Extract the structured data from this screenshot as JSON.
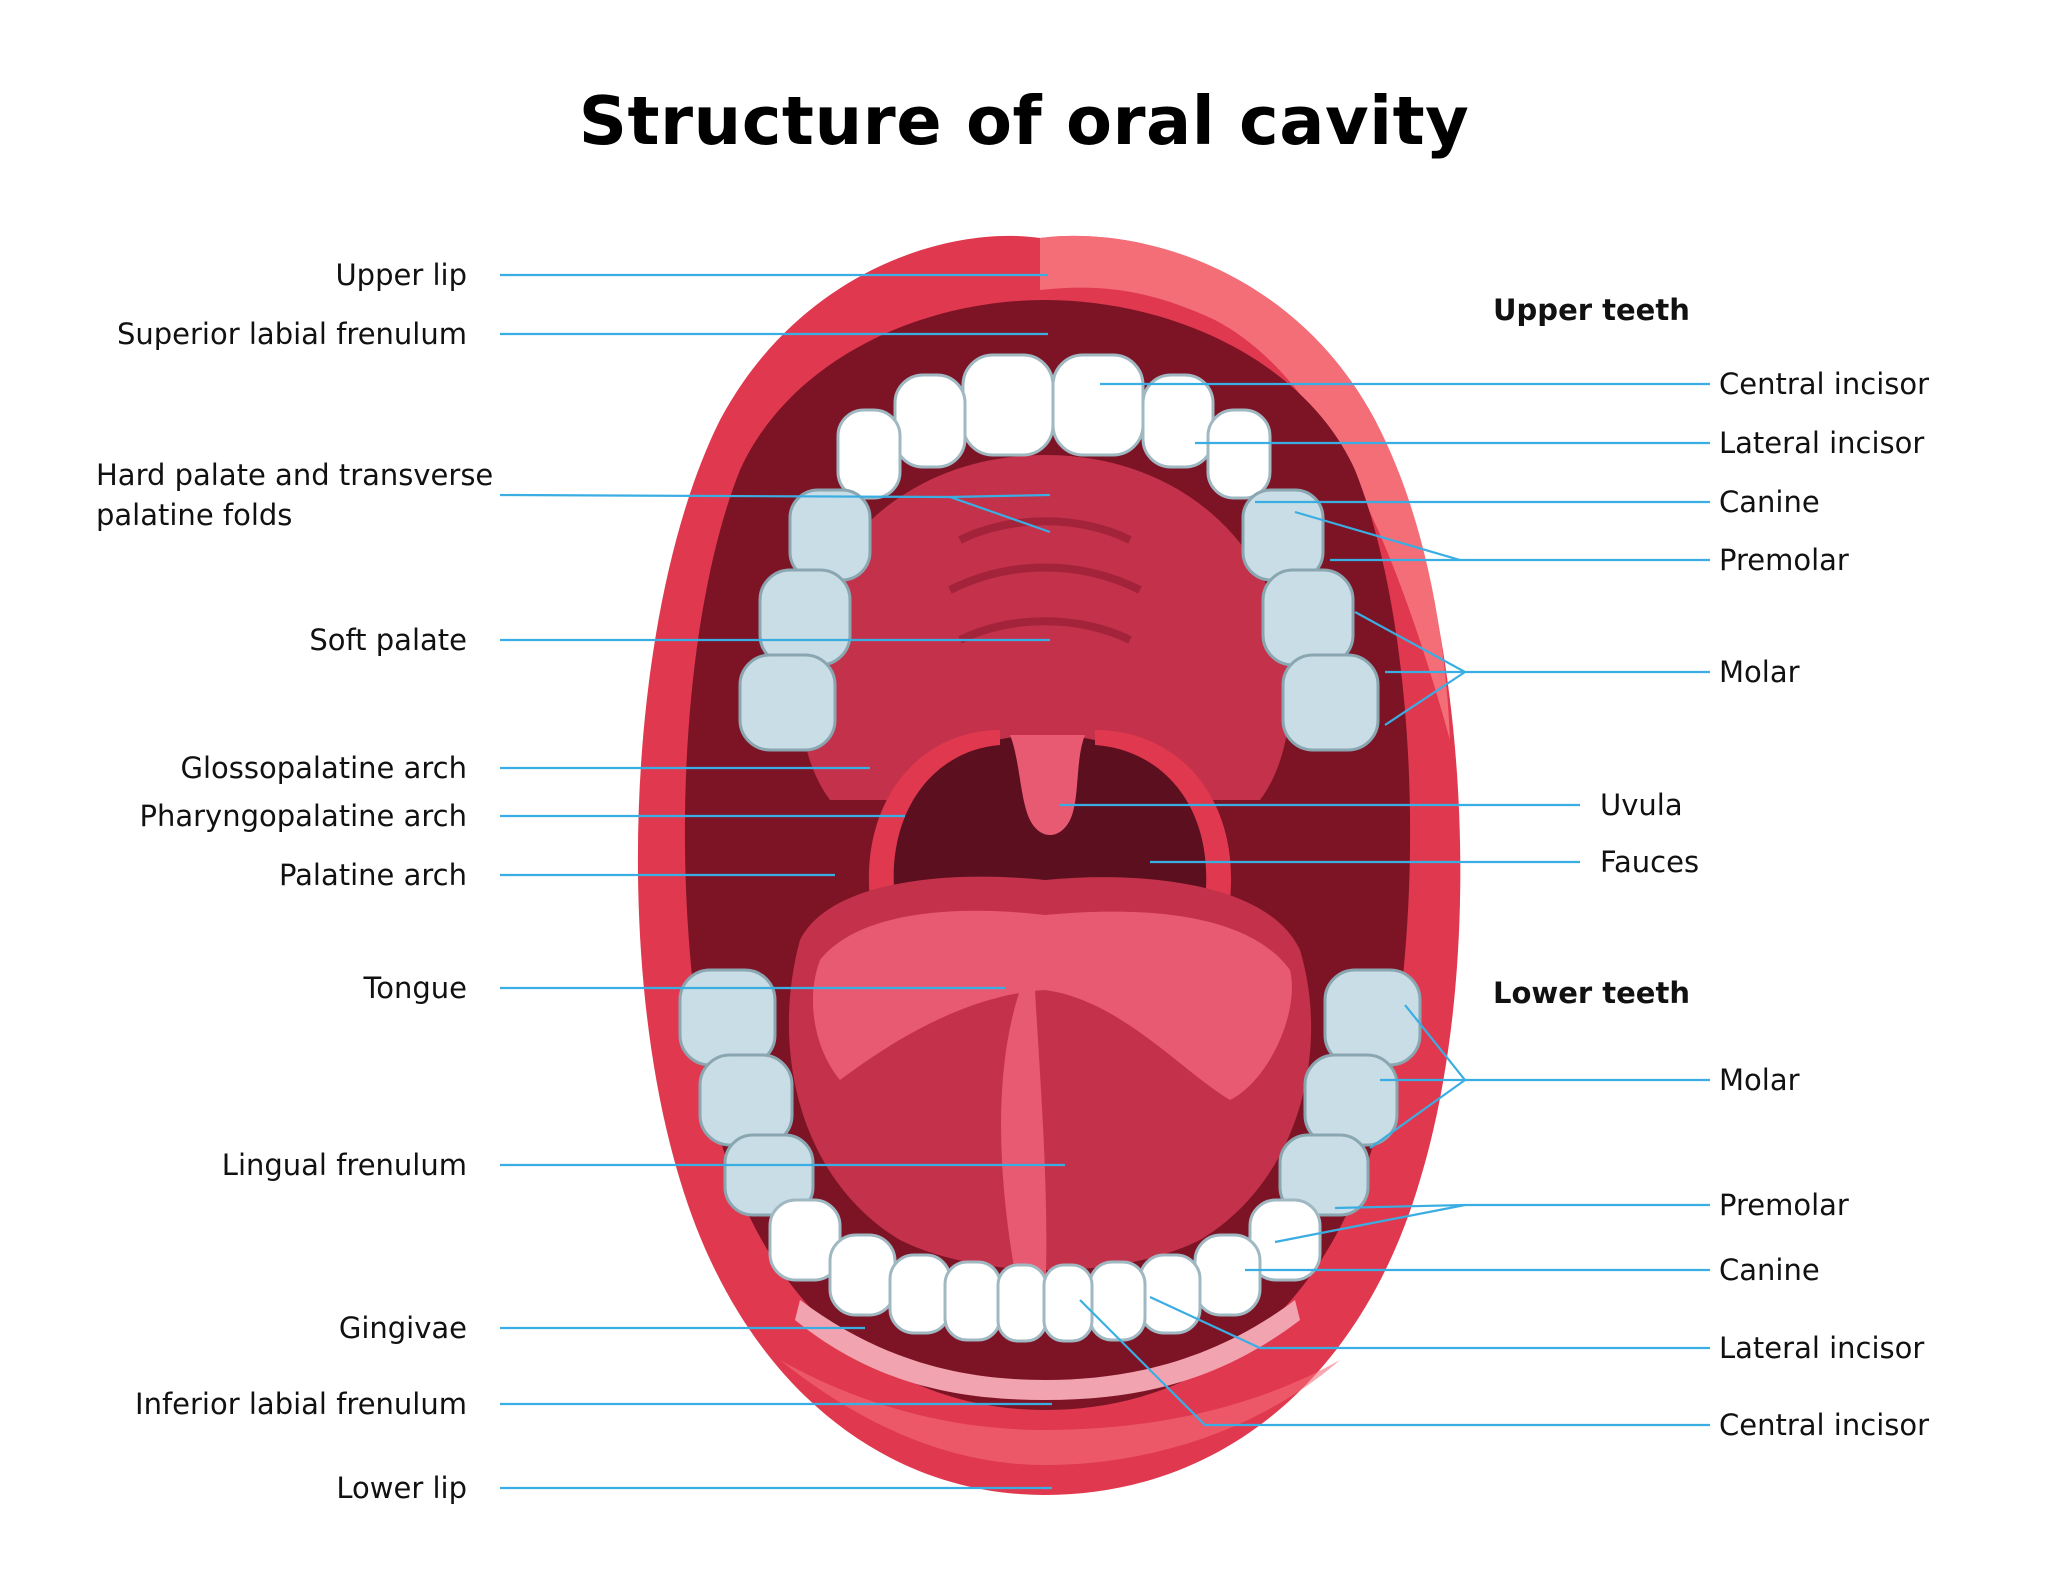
{
  "title": "Structure of oral cavity",
  "colors": {
    "leader_line": "#3aaee3",
    "lip": "#e0394f",
    "lip_light": "#f46e78",
    "mouth_dark": "#7d1426",
    "palate": "#c3324a",
    "tongue": "#e85a72",
    "throat": "#5b0f1f",
    "tooth": "#ffffff",
    "molar": "#c8dde5",
    "gum": "#f2a3b0"
  },
  "left_labels": {
    "upper_lip": "Upper lip",
    "superior_labial_frenulum": "Superior labial frenulum",
    "hard_palate_line1": "Hard palate and transverse",
    "hard_palate_line2": "palatine folds",
    "soft_palate": "Soft palate",
    "glossopalatine_arch": "Glossopalatine arch",
    "pharyngopalatine_arch": "Pharyngopalatine arch",
    "palatine_arch": "Palatine arch",
    "tongue": "Tongue",
    "lingual_frenulum": "Lingual frenulum",
    "gingivae": "Gingivae",
    "inferior_labial_frenulum": "Inferior labial frenulum",
    "lower_lip": "Lower lip"
  },
  "upper_teeth": {
    "heading": "Upper teeth",
    "central_incisor": "Central incisor",
    "lateral_incisor": "Lateral incisor",
    "canine": "Canine",
    "premolar": "Premolar",
    "molar": "Molar"
  },
  "middle_labels": {
    "uvula": "Uvula",
    "fauces": "Fauces"
  },
  "lower_teeth": {
    "heading": "Lower teeth",
    "molar": "Molar",
    "premolar": "Premolar",
    "canine": "Canine",
    "lateral_incisor": "Lateral incisor",
    "central_incisor": "Central incisor"
  }
}
